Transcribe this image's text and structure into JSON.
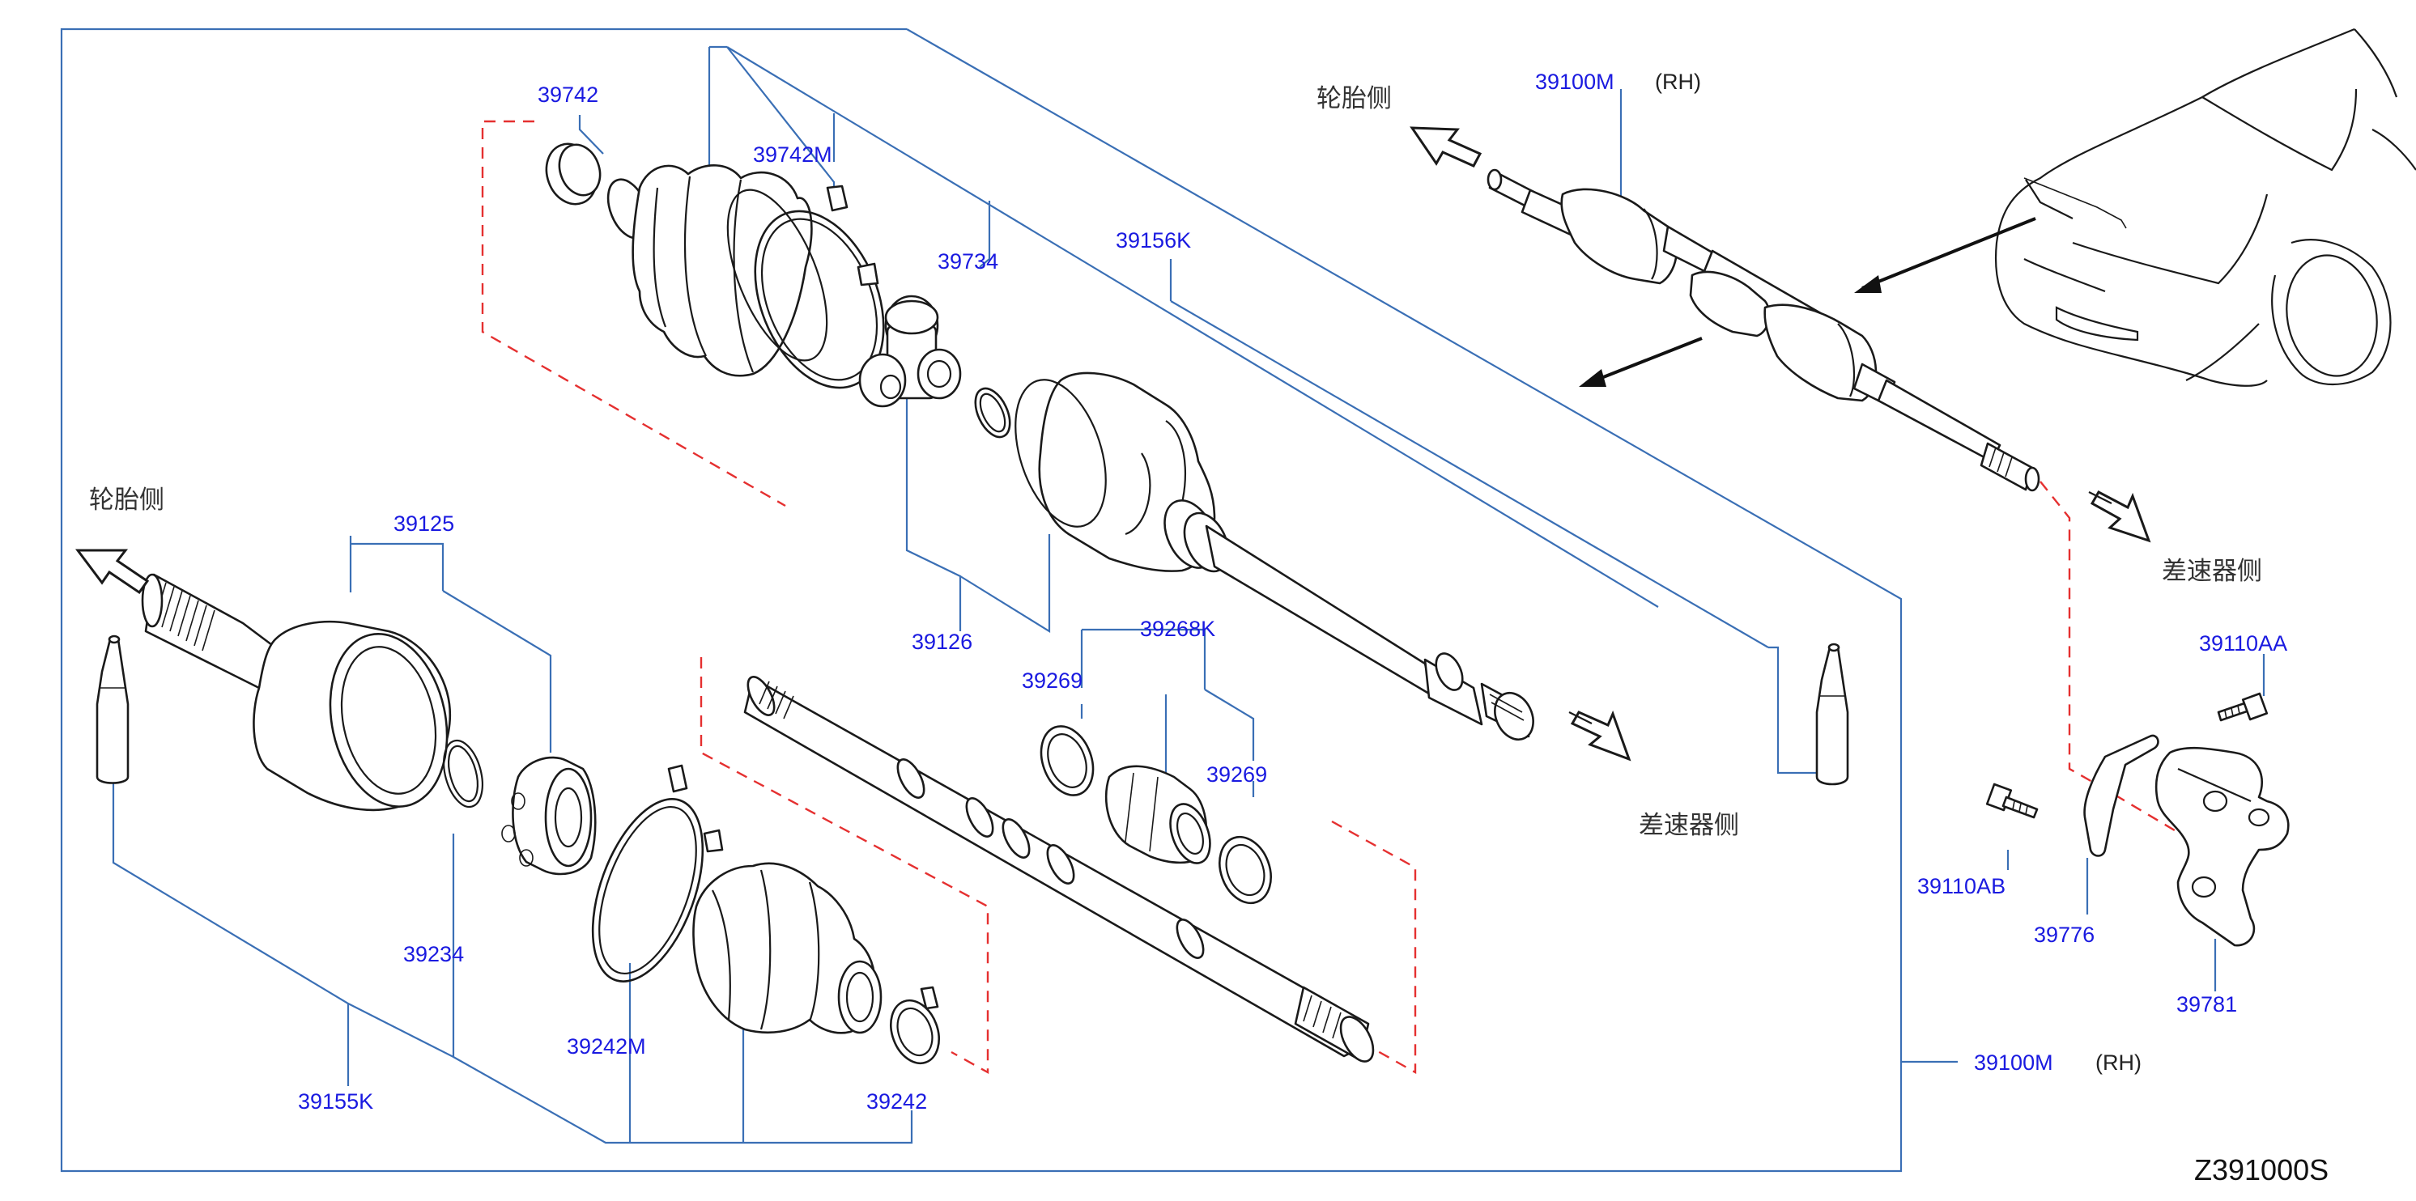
{
  "diagram_code": "Z391000S",
  "side_labels": {
    "tire_side": "轮胎侧",
    "differential_side": "差速器侧"
  },
  "side_note": "(RH)",
  "parts": {
    "p39742": "39742",
    "p39742M": "39742M",
    "p39734": "39734",
    "p39156K": "39156K",
    "p39125": "39125",
    "p39126": "39126",
    "p39268K": "39268K",
    "p39269a": "39269",
    "p39269b": "39269",
    "p39234": "39234",
    "p39242M": "39242M",
    "p39242": "39242",
    "p39155K": "39155K",
    "p39100M_top": "39100M",
    "p39100M_bottom": "39100M",
    "p39110AA": "39110AA",
    "p39110AB": "39110AB",
    "p39776": "39776",
    "p39781": "39781"
  }
}
